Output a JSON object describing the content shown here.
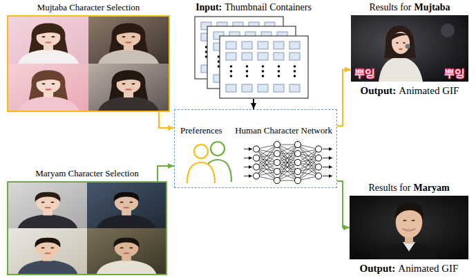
{
  "diagram": {
    "nodes": [
      {
        "text": [
          "Mujtaba Character Selection"
        ]
      },
      {
        "text": [
          "Input:",
          "Thumbnail Containers"
        ]
      },
      {
        "text": [
          "Results for",
          "Mujtaba",
          "뿌잉",
          "뿌잉",
          "Output:",
          "Animated GIF"
        ]
      },
      {
        "text": [
          "Preferences",
          "Human Character Network"
        ]
      },
      {
        "text": [
          "Maryam Character Selection"
        ]
      },
      {
        "text": [
          "Results for",
          "Maryam",
          "Output:",
          "Animated GIF"
        ]
      }
    ],
    "edges": [
      {
        "from": 0,
        "to": 3,
        "arrow": "to"
      },
      {
        "from": 1,
        "to": 3,
        "arrow": "to"
      },
      {
        "from": 4,
        "to": 3,
        "arrow": "to"
      },
      {
        "from": 3,
        "to": 2,
        "arrow": "to"
      },
      {
        "from": 3,
        "to": 5,
        "arrow": "to"
      }
    ]
  }
}
